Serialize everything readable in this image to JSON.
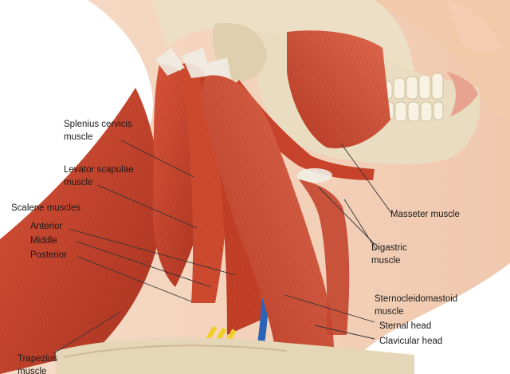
{
  "labels": {
    "splenius_cervicis": [
      "Splenius cervicis",
      "muscle"
    ],
    "levator_scapulae": [
      "Levator scapulae",
      "muscle"
    ],
    "scalene_muscles": "Scalene muscles",
    "anterior": "Anterior",
    "middle": "Middle",
    "posterior": "Posterior",
    "trapezius": [
      "Trapezius",
      "muscle"
    ],
    "masseter": "Masseter muscle",
    "digastric": [
      "Digastric",
      "muscle"
    ],
    "sternocleidomastoid": [
      "Sternocleidomastoid",
      "muscle"
    ],
    "sternal_head": "Sternal head",
    "clavicular_head": "Clavicular head"
  },
  "colors": {
    "muscle": "#c8432c",
    "muscle_dark": "#9e2e1c",
    "muscle_light": "#e07058",
    "bone": "#e9dcc0",
    "skin": "#f3d3bd",
    "tendon": "#f1ede4",
    "artery": "#d8232a",
    "vein": "#2a63b8",
    "nerve": "#f1cf2a",
    "leader_line": "#333333"
  }
}
